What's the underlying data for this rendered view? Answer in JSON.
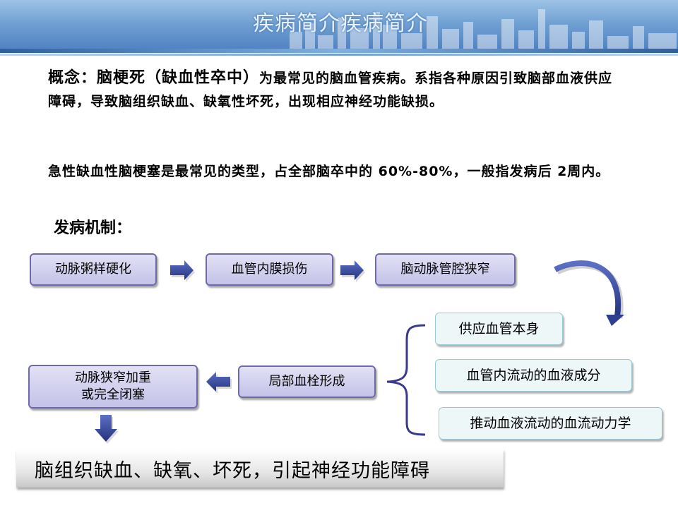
{
  "header": {
    "title": "疾病简介疾病简介"
  },
  "concept": {
    "lead": "概念：脑梗死（缺血性卒中）",
    "text1": "为最常见的脑血管疾病。系指各种原因引致脑部血液供应障碍，导致脑组织缺血、缺氧性坏死，出现相应神经功能缺损。",
    "text2": "急性缺血性脑梗塞是最常见的类型，占全部脑卒中的 60%-80%，一般指发病后 2周内。"
  },
  "mechanism": {
    "title": "发病机制：",
    "flow": {
      "step1": "动脉粥样硬化",
      "step2": "血管内膜损伤",
      "step3": "脑动脉管腔狭窄",
      "step4": "局部血栓形成",
      "step5_line1": "动脉狭窄加重",
      "step5_line2": "或完全闭塞"
    },
    "factors": [
      "供应血管本身",
      "血管内流动的血液成分",
      "推动血液流动的血流动力学"
    ],
    "result": "脑组织缺血、缺氧、坏死，引起神经功能障碍"
  },
  "colors": {
    "box_fill": "#c4c2e8",
    "box_border": "#6e6aa8",
    "arrow": "#2e3f8f",
    "brace": "#3b3a8c"
  }
}
